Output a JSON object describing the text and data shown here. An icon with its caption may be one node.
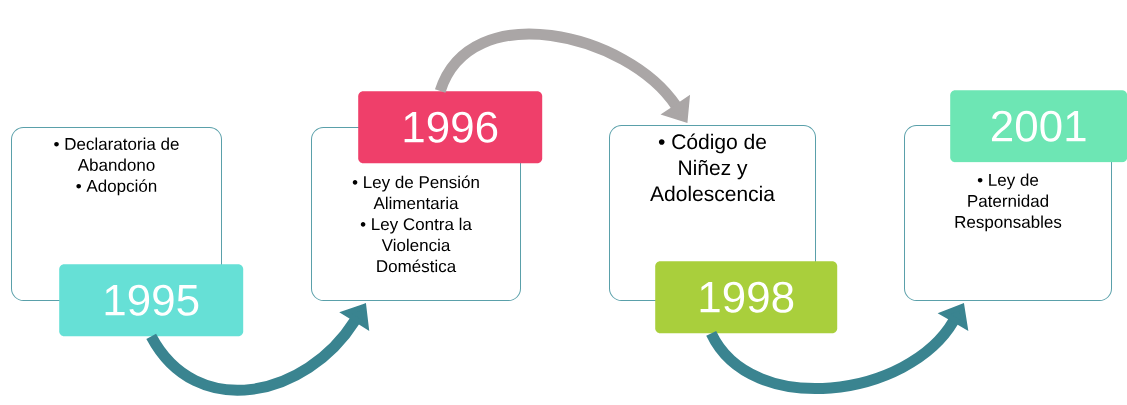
{
  "diagram": {
    "nodes": [
      {
        "text": [
          "• Declaratoria de Abandono",
          "• Adopción"
        ]
      },
      {
        "text": [
          "1995"
        ]
      },
      {
        "text": [
          "• Ley de Pensión Alimentaria",
          "• Ley Contra la Violencia Doméstica"
        ]
      },
      {
        "text": [
          "1996"
        ]
      },
      {
        "text": [
          "• Código de Niñez y Adolescencia"
        ]
      },
      {
        "text": [
          "1998"
        ]
      },
      {
        "text": [
          "• Ley de Paternidad Responsables"
        ]
      },
      {
        "text": [
          "2001"
        ]
      }
    ],
    "edges": [
      {
        "from": 1,
        "to": 2,
        "arrow": "to"
      },
      {
        "from": 3,
        "to": 4,
        "arrow": "to",
        "color": "#aaa6a6"
      },
      {
        "from": 5,
        "to": 6,
        "arrow": "to"
      }
    ]
  }
}
